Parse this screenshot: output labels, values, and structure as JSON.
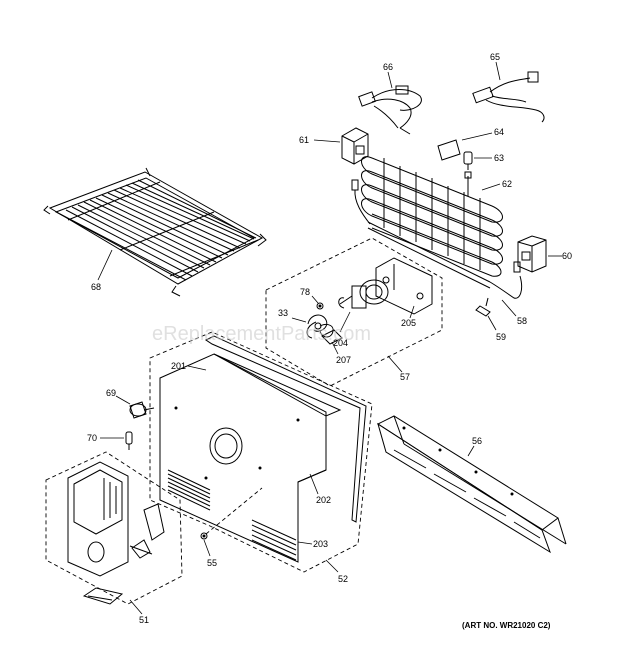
{
  "watermark": "eReplacementParts.com",
  "art_number": "(ART NO. WR21020 C2)",
  "callouts": {
    "c66": "66",
    "c65": "65",
    "c61": "61",
    "c64": "64",
    "c63": "63",
    "c62": "62",
    "c60": "60",
    "c68": "68",
    "c78": "78",
    "c33": "33",
    "c205": "205",
    "c58": "58",
    "c59": "59",
    "c207": "207",
    "c204": "204",
    "c201": "201",
    "c57": "57",
    "c69": "69",
    "c70": "70",
    "c56": "56",
    "c202": "202",
    "c203": "203",
    "c55": "55",
    "c52": "52",
    "c51": "51"
  }
}
